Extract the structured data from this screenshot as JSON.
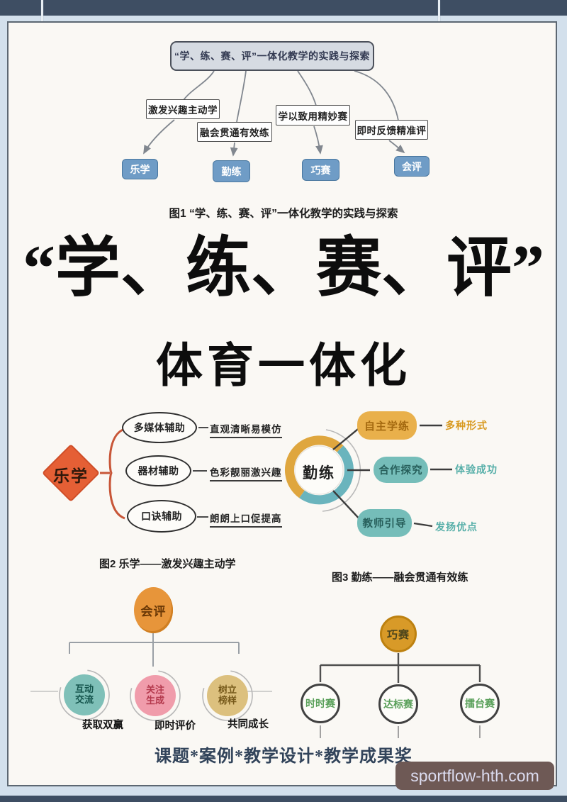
{
  "fig1": {
    "root": "“学、练、赛、评”一体化教学的实践与探索",
    "branches": [
      {
        "label": "激发兴趣主动学",
        "leaf": "乐学"
      },
      {
        "label": "融会贯通有效练",
        "leaf": "勤练"
      },
      {
        "label": "学以致用精妙赛",
        "leaf": "巧赛"
      },
      {
        "label": "即时反馈精准评",
        "leaf": "会评"
      }
    ],
    "caption": "图1  “学、练、赛、评”一体化教学的实践与探索"
  },
  "title": {
    "line1": "“学、练、赛、评”",
    "line2": "体育一体化"
  },
  "fig2": {
    "center": "乐学",
    "items": [
      {
        "node": "多媒体辅助",
        "desc": "直观清晰易模仿"
      },
      {
        "node": "器材辅助",
        "desc": "色彩靓丽激兴趣"
      },
      {
        "node": "口诀辅助",
        "desc": "朗朗上口促提高"
      }
    ],
    "caption": "图2  乐学——激发兴趣主动学"
  },
  "fig3": {
    "center": "勤练",
    "items": [
      {
        "node": "自主学练",
        "desc": "多种形式"
      },
      {
        "node": "合作探究",
        "desc": "体验成功"
      },
      {
        "node": "教师引导",
        "desc": "发扬优点"
      }
    ],
    "caption": "图3  勤练——融会贯通有效练"
  },
  "huiping": {
    "root": "会评",
    "items": [
      {
        "node": "互动交流",
        "desc": "获取双赢"
      },
      {
        "node": "关注生成",
        "desc": "即时评价"
      },
      {
        "node": "树立榜样",
        "desc": "共同成长"
      }
    ]
  },
  "qiaosai": {
    "root": "巧赛",
    "items": [
      {
        "node": "时时赛"
      },
      {
        "node": "达标赛"
      },
      {
        "node": "擂台赛"
      }
    ]
  },
  "footer": {
    "banner": "课题*案例*教学设计*教学成果奖",
    "watermark": "sportflow-hth.com"
  },
  "colors": {
    "frame_bar": "#3e4e63",
    "frame_bg": "#d3e0ec",
    "panel_bg": "#faf8f4",
    "fig1_leaf_blue": "#6f9cc6",
    "fig2_diamond_orange": "#e55f35",
    "ring_gold": "#dfa63e",
    "ring_teal": "#6ab4bd",
    "huiping_root_orange": "#e7953a",
    "huiping_teal": "#7fc0b8",
    "huiping_pink": "#f09cab",
    "huiping_khaki": "#dcc07e",
    "qiaosai_gold": "#d89a28",
    "qiaosai_green_text": "#5aa05a",
    "watermark_bg": "#6e5955"
  }
}
